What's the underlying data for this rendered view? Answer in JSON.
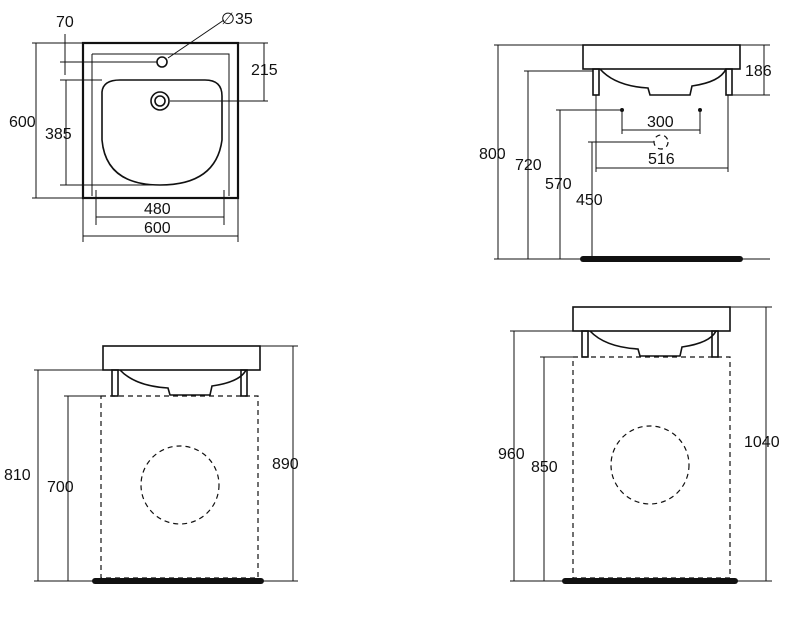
{
  "diagram": {
    "top_view": {
      "labels": {
        "tap_dim": "70",
        "hole_diameter": "∅35",
        "tap_offset": "215",
        "depth": "600",
        "bowl_depth": "385",
        "bowl_width": "480",
        "width": "600"
      }
    },
    "side_view": {
      "labels": {
        "height_top": "186",
        "bracket_spacing": "300",
        "waste_spacing": "516",
        "rim_height": "800",
        "bracket_height": "720",
        "bolt_height": "570",
        "waste_height": "450"
      }
    },
    "wheelchair_view_low": {
      "labels": {
        "underside_height": "810",
        "knee_height": "700",
        "rim_height": "890"
      }
    },
    "wheelchair_view_high": {
      "labels": {
        "underside_height": "960",
        "knee_height": "850",
        "rim_height": "1040"
      }
    }
  }
}
